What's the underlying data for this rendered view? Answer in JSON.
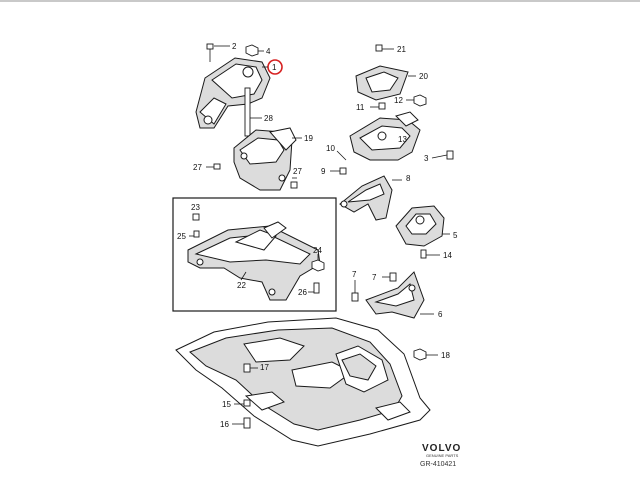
{
  "diagram": {
    "callouts": [
      "1",
      "2",
      "3",
      "4",
      "5",
      "6",
      "7",
      "8",
      "9",
      "10",
      "11",
      "12",
      "13",
      "14",
      "15",
      "16",
      "17",
      "18",
      "19",
      "20",
      "21",
      "22",
      "23",
      "24",
      "25",
      "26",
      "27",
      "28"
    ],
    "highlighted_callout": "1",
    "highlight_color": "#d62020"
  },
  "labels": {
    "n1": "1",
    "n2": "2",
    "n3": "3",
    "n4": "4",
    "n5": "5",
    "n6": "6",
    "n7a": "7",
    "n7b": "7",
    "n8": "8",
    "n9": "9",
    "n10": "10",
    "n11": "11",
    "n12": "12",
    "n13": "13",
    "n14": "14",
    "n15": "15",
    "n16": "16",
    "n17": "17",
    "n18": "18",
    "n19": "19",
    "n20": "20",
    "n21": "21",
    "n22": "22",
    "n23": "23",
    "n24": "24",
    "n25": "25",
    "n26": "26",
    "n27a": "27",
    "n27b": "27",
    "n28": "28"
  },
  "brand": {
    "name": "VOLVO",
    "subtitle": "GENUINE PARTS",
    "reference": "GR-410421"
  }
}
